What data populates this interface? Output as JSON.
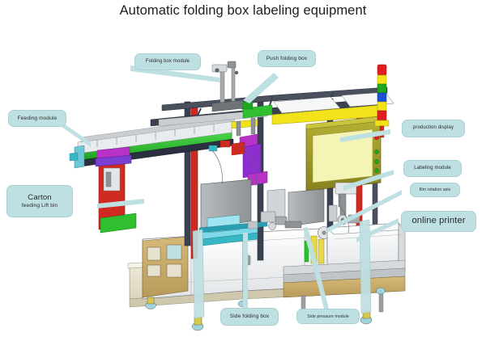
{
  "title": "Automatic folding box labeling equipment",
  "figure": {
    "type": "technical-illustration",
    "subject": "Automatic folding box labeling equipment",
    "background_color": "#ffffff",
    "callout_fill": "#bfe0e3",
    "callout_border": "#a9d2d6",
    "callout_text_color": "#2a2a2a"
  },
  "callouts": [
    {
      "id": "folding-box-module",
      "label": "Folding box module",
      "size": "small"
    },
    {
      "id": "push-folding-box",
      "label": "Push folding box",
      "size": "med"
    },
    {
      "id": "feeding-module",
      "label": "Feeding module",
      "size": "med"
    },
    {
      "id": "production-display",
      "label": "production display",
      "size": "small"
    },
    {
      "id": "labeling-module",
      "label": "Labeling module",
      "size": "small"
    },
    {
      "id": "film-rotation-axis",
      "label": "film rotation axis",
      "size": "tiny"
    },
    {
      "id": "online-printer",
      "label": "online printer",
      "size": "xlarge"
    },
    {
      "id": "carton-feeding-lift-bin",
      "label_line1": "Carton",
      "label_line2": "feeding Lift bin",
      "size": "large"
    },
    {
      "id": "side-folding-box",
      "label": "Side folding box",
      "size": "med"
    },
    {
      "id": "side-pressure-module",
      "label": "Side pressure module",
      "size": "tiny"
    }
  ],
  "machine": {
    "palette": {
      "frame_dark": "#2b2f3a",
      "frame_steel": "#5a6070",
      "conveyor_green": "#2fbf2f",
      "post_red": "#cf2a22",
      "accent_magenta": "#b832c8",
      "accent_purple": "#7a3fd0",
      "accent_teal": "#37b6c4",
      "accent_cyan": "#7fd9e8",
      "display_body": "#9d9a2a",
      "display_screen": "#f4f4b4",
      "cabinet_tan": "#c8a96a",
      "panel_white": "#f3f4f5",
      "panel_gray": "#a8abad",
      "base_cream": "#e9e4cf",
      "yellow": "#f2e21a",
      "light_blue": "#bfe0e3"
    },
    "stack_light_colors": [
      "#e02020",
      "#f2e21a",
      "#1fa81f",
      "#1f4fd0",
      "#f2e21a",
      "#e02020"
    ],
    "indicator_colors": [
      "#e02020",
      "#1fa81f",
      "#1fa81f",
      "#1fa81f"
    ]
  }
}
